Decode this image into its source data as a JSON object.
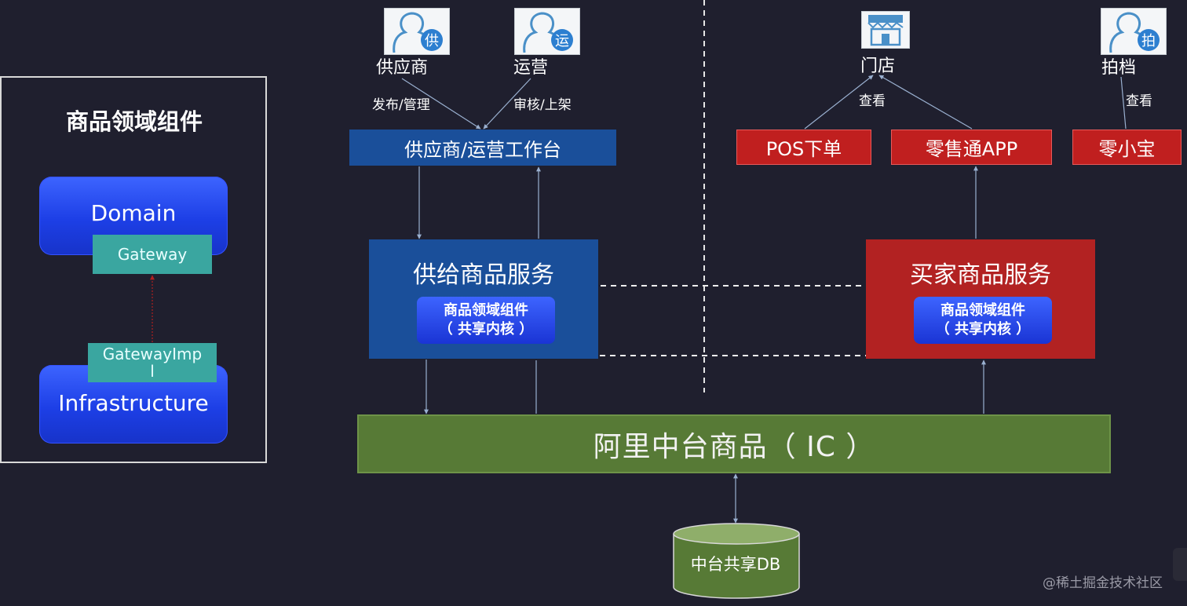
{
  "left_panel": {
    "title": "商品领域组件",
    "domain": "Domain",
    "gateway": "Gateway",
    "gateway_impl_line1": "GatewayImp",
    "gateway_impl_line2": "l",
    "infrastructure": "Infrastructure"
  },
  "personas": {
    "supplier": {
      "glyph": "供",
      "label": "供应商",
      "action": "发布/管理"
    },
    "operation": {
      "glyph": "运",
      "label": "运营",
      "action": "审核/上架"
    },
    "store": {
      "label": "门店",
      "action": "查看"
    },
    "partner": {
      "glyph": "拍",
      "label": "拍档",
      "action": "查看"
    }
  },
  "workbench": "供应商/运营工作台",
  "supply_service": {
    "title": "供给商品服务",
    "core_line1": "商品领域组件",
    "core_line2": "（ 共享内核 ）"
  },
  "buyer_service": {
    "title": "买家商品服务",
    "core_line1": "商品领域组件",
    "core_line2": "（ 共享内核 ）"
  },
  "apps": {
    "pos": "POS下单",
    "retail": "零售通APP",
    "lingxiaobao": "零小宝"
  },
  "ic": "阿里中台商品（ IC ）",
  "db": "中台共享DB",
  "watermark": "@稀土掘金技术社区",
  "colors": {
    "background": "#1f1f2e",
    "blue_service": "#1a4f9a",
    "red_service": "#b22222",
    "green_ic": "#577a36",
    "teal_gateway": "#3aa6a0",
    "core_blue": "#2a4cf0"
  }
}
